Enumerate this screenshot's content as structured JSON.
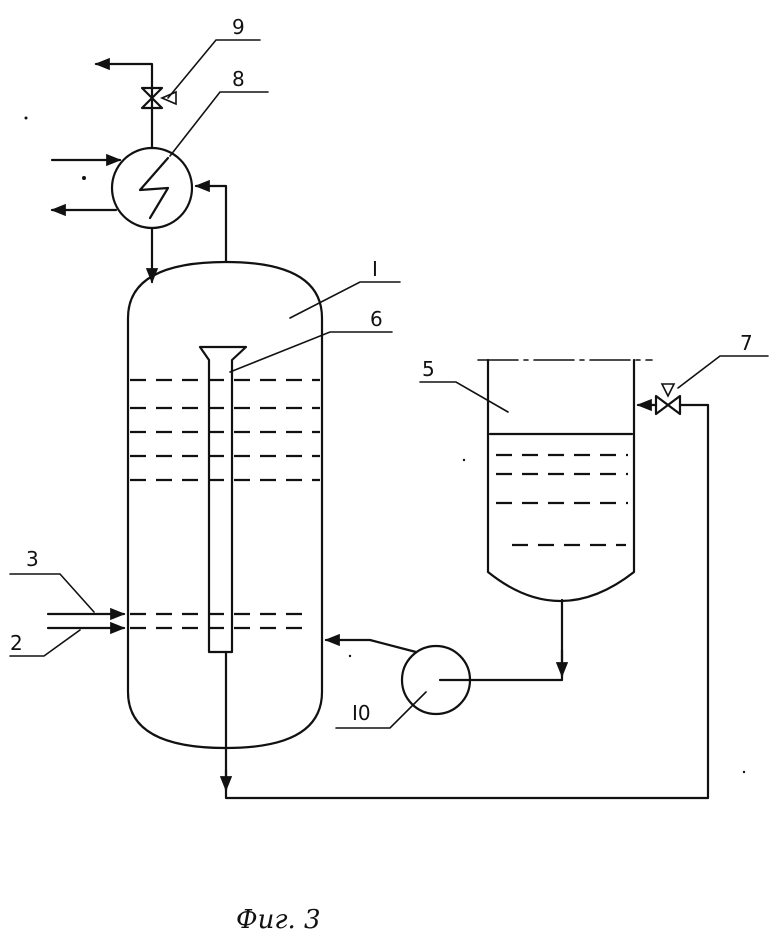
{
  "labels": {
    "reactor": "I",
    "feed_3": "3",
    "feed_2": "2",
    "vessel": "5",
    "inner_tube": "6",
    "valve_right": "7",
    "heat_exchanger": "8",
    "valve_top": "9",
    "pump": "I0"
  },
  "caption": "Фиг. 3"
}
